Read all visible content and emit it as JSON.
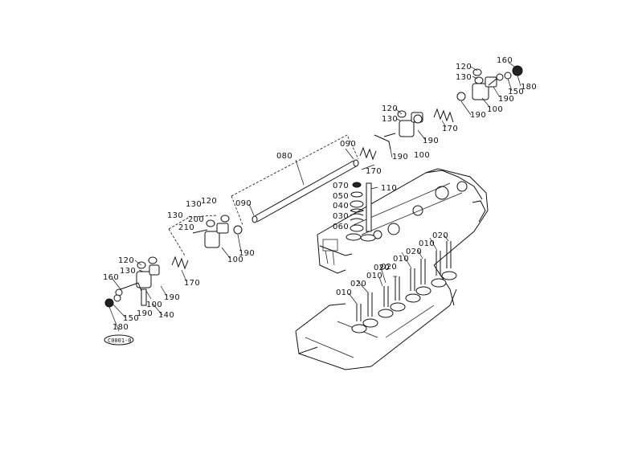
{
  "labels": {
    "l010a": "010",
    "l010b": "010",
    "l010c": "010",
    "l010d": "010",
    "l020a": "020",
    "l020b": "020",
    "l020c": "020",
    "l020d": "020",
    "l020e": "020",
    "l030": "030",
    "l040": "040",
    "l050": "050",
    "l060": "060",
    "l070": "070",
    "l080": "080",
    "l090a": "090",
    "l090b": "090",
    "l100a": "100",
    "l100b": "100",
    "l100c": "100",
    "l100d": "100",
    "l110": "110",
    "l120a": "120",
    "l120b": "120",
    "l120c": "120",
    "l120d": "120",
    "l130a": "130",
    "l130b": "130",
    "l130c": "130",
    "l130d": "130",
    "l130e": "130",
    "l140": "140",
    "l150a": "150",
    "l150b": "150",
    "l160a": "160",
    "l160b": "160",
    "l170a": "170",
    "l170b": "170",
    "l170c": "170",
    "l180a": "180",
    "l180b": "180",
    "l190a": "190",
    "l190b": "190",
    "l190c": "190",
    "l190d": "190",
    "l190e": "190",
    "l190f": "190",
    "l190g": "190",
    "l200": "200",
    "l210": "210"
  },
  "figure_code": "C0001-0"
}
